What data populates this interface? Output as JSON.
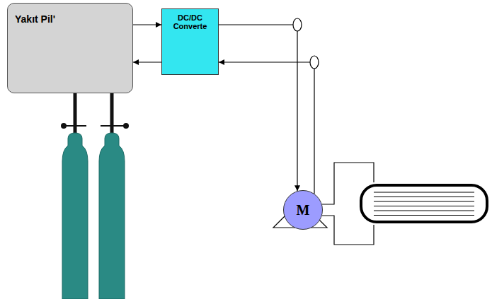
{
  "diagram": {
    "nodes": [
      {
        "text": [
          "Yakıt Pil'"
        ]
      },
      {
        "text": [
          "DC/DC Converte"
        ]
      },
      {
        "text": [
          "M"
        ]
      }
    ],
    "edges": [
      {
        "from": 0,
        "to": 1,
        "arrow": "to"
      },
      {
        "from": 1,
        "to": 0,
        "arrow": "to"
      },
      {
        "from": 1,
        "to": 2,
        "arrow": "to"
      },
      {
        "from": 2,
        "to": 1,
        "arrow": "to"
      }
    ]
  }
}
